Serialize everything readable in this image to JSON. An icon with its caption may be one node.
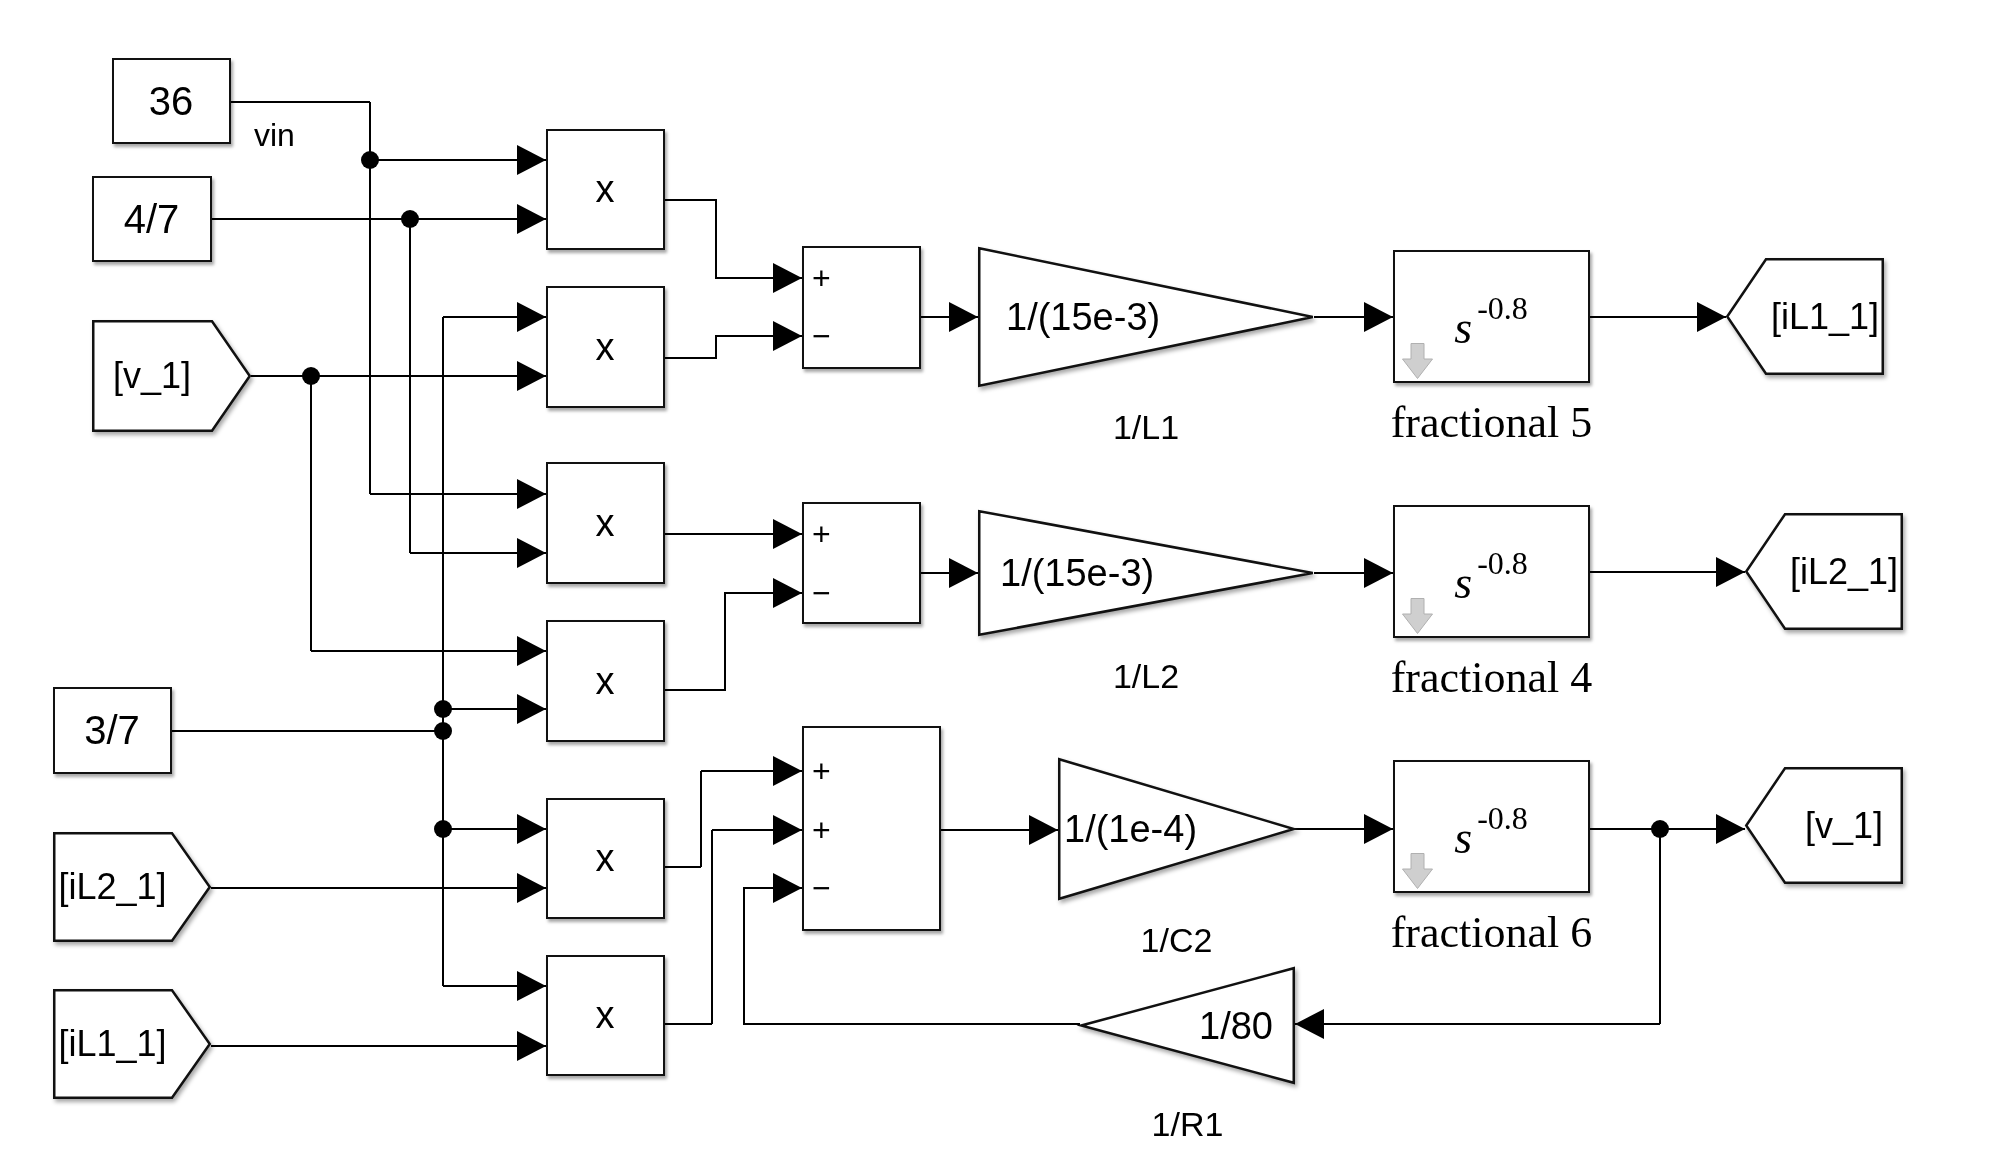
{
  "diagram": {
    "nodes": [
      {
        "text": [
          "36"
        ]
      },
      {
        "text": [
          "4/7"
        ]
      },
      {
        "text": [
          "[v_1]"
        ]
      },
      {
        "text": [
          "3/7"
        ]
      },
      {
        "text": [
          "[iL2_1]"
        ]
      },
      {
        "text": [
          "[iL1_1]"
        ]
      },
      {
        "text": [
          "x"
        ]
      },
      {
        "text": [
          "x"
        ]
      },
      {
        "text": [
          "x"
        ]
      },
      {
        "text": [
          "x"
        ]
      },
      {
        "text": [
          "x"
        ]
      },
      {
        "text": [
          "x"
        ]
      },
      {
        "text": [
          "+",
          "−"
        ]
      },
      {
        "text": [
          "+",
          "−"
        ]
      },
      {
        "text": [
          "+",
          "+",
          "−"
        ]
      },
      {
        "text": [
          "1/(15e-3)"
        ],
        "beside": [
          "1/L1"
        ]
      },
      {
        "text": [
          "1/(15e-3)"
        ],
        "beside": [
          "1/L2"
        ]
      },
      {
        "text": [
          "1/(1e-4)"
        ],
        "beside": [
          "1/C2"
        ]
      },
      {
        "text": [
          "1/80"
        ],
        "beside": [
          "1/R1"
        ]
      },
      {
        "text": [
          "*s*$^{-0.8}$"
        ],
        "beside": [
          "fractional 5"
        ]
      },
      {
        "text": [
          "*s*$^{-0.8}$"
        ],
        "beside": [
          "fractional 4"
        ]
      },
      {
        "text": [
          "*s*$^{-0.8}$"
        ],
        "beside": [
          "fractional 6"
        ]
      },
      {
        "text": [
          "[iL1_1]"
        ]
      },
      {
        "text": [
          "[iL2_1]"
        ]
      },
      {
        "text": [
          "[v_1]"
        ]
      }
    ],
    "edges": [
      {
        "from": 0,
        "to": 6,
        "arrow": "to",
        "label": "vin"
      },
      {
        "from": 0,
        "to": 8,
        "arrow": "to"
      },
      {
        "from": 1,
        "to": 6,
        "arrow": "to"
      },
      {
        "from": 1,
        "to": 8,
        "arrow": "to"
      },
      {
        "from": 2,
        "to": 7,
        "arrow": "to"
      },
      {
        "from": 2,
        "to": 9,
        "arrow": "to"
      },
      {
        "from": 3,
        "to": 7,
        "arrow": "to"
      },
      {
        "from": 3,
        "to": 9,
        "arrow": "to"
      },
      {
        "from": 3,
        "to": 10,
        "arrow": "to"
      },
      {
        "from": 3,
        "to": 11,
        "arrow": "to"
      },
      {
        "from": 4,
        "to": 10,
        "arrow": "to"
      },
      {
        "from": 5,
        "to": 11,
        "arrow": "to"
      },
      {
        "from": 6,
        "to": 12,
        "arrow": "to"
      },
      {
        "from": 7,
        "to": 12,
        "arrow": "to"
      },
      {
        "from": 8,
        "to": 13,
        "arrow": "to"
      },
      {
        "from": 9,
        "to": 13,
        "arrow": "to"
      },
      {
        "from": 10,
        "to": 14,
        "arrow": "to"
      },
      {
        "from": 11,
        "to": 14,
        "arrow": "to"
      },
      {
        "from": 18,
        "to": 14,
        "arrow": "to"
      },
      {
        "from": 12,
        "to": 15,
        "arrow": "to"
      },
      {
        "from": 13,
        "to": 16,
        "arrow": "to"
      },
      {
        "from": 14,
        "to": 17,
        "arrow": "to"
      },
      {
        "from": 15,
        "to": 19,
        "arrow": "to"
      },
      {
        "from": 16,
        "to": 20,
        "arrow": "to"
      },
      {
        "from": 17,
        "to": 21,
        "arrow": "to"
      },
      {
        "from": 19,
        "to": 22,
        "arrow": "to"
      },
      {
        "from": 20,
        "to": 23,
        "arrow": "to"
      },
      {
        "from": 21,
        "to": 24,
        "arrow": "to"
      },
      {
        "from": 21,
        "to": 18,
        "arrow": "to"
      }
    ]
  }
}
